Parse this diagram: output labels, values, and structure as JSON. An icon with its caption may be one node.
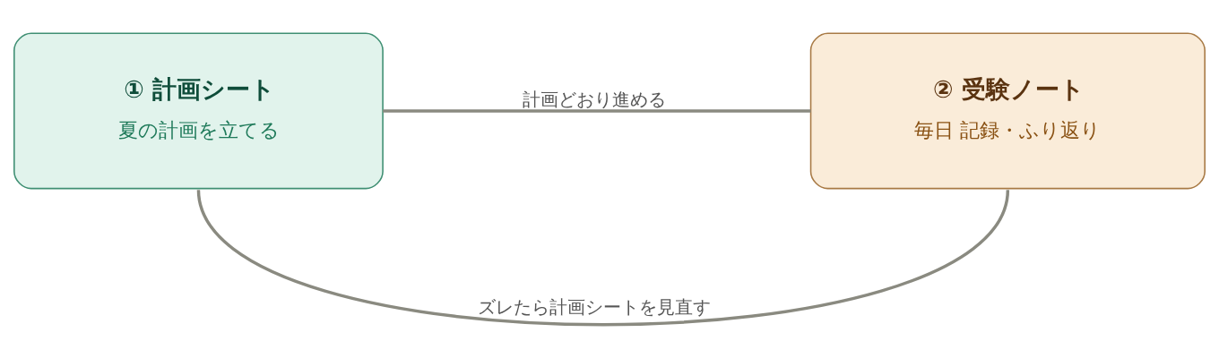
{
  "diagram": {
    "nodes": [
      {
        "text": [
          "① 計画シート",
          "夏の計画を立てる"
        ]
      },
      {
        "text": [
          "② 受験ノート",
          "毎日 記録・ふり返り"
        ]
      }
    ],
    "edges": [
      {
        "from": 0,
        "to": 1,
        "arrow": "none",
        "label": "計画どおり進める"
      },
      {
        "from": 1,
        "to": 0,
        "arrow": "none",
        "label": "ズレたら計画シートを見直す"
      }
    ]
  }
}
